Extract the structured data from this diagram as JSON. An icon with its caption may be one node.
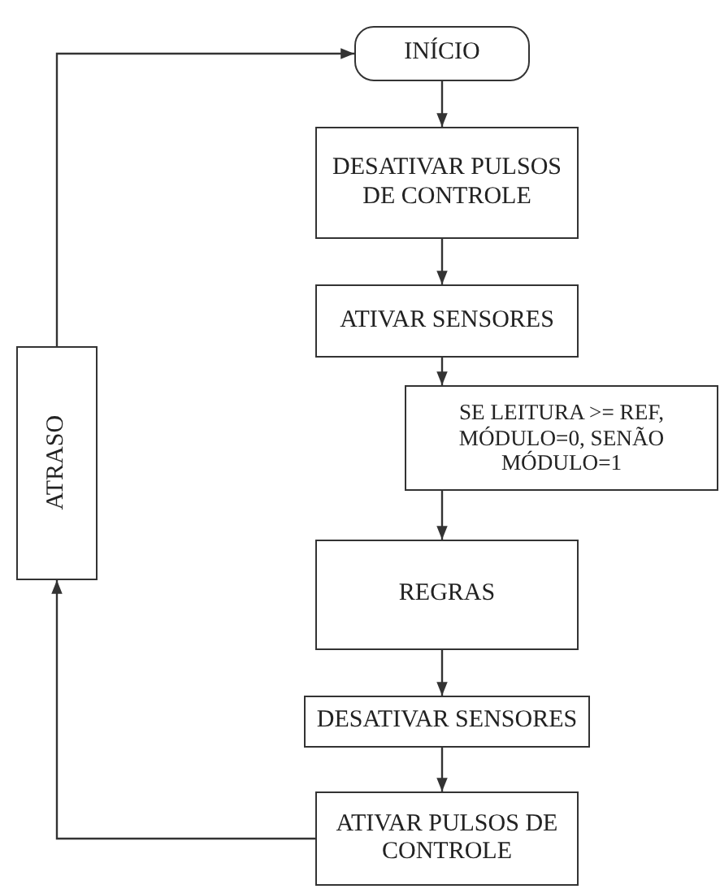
{
  "diagram": {
    "nodes": [
      {
        "text": [
          "INÍCIO"
        ]
      },
      {
        "text": [
          "DESATIVAR PULSOS DE CONTROLE"
        ]
      },
      {
        "text": [
          "ATIVAR SENSORES"
        ]
      },
      {
        "text": [
          "SE LEITURA >= REF, MÓDULO=0, SENÃO MÓDULO=1"
        ]
      },
      {
        "text": [
          "REGRAS"
        ]
      },
      {
        "text": [
          "DESATIVAR SENSORES"
        ]
      },
      {
        "text": [
          "ATIVAR PULSOS DE CONTROLE"
        ]
      },
      {
        "text": [
          "ATRASO"
        ]
      }
    ],
    "edges": [
      {
        "from": 0,
        "to": 1,
        "arrow": "to"
      },
      {
        "from": 1,
        "to": 2,
        "arrow": "to"
      },
      {
        "from": 2,
        "to": 3,
        "arrow": "to"
      },
      {
        "from": 3,
        "to": 4,
        "arrow": "to"
      },
      {
        "from": 4,
        "to": 5,
        "arrow": "to"
      },
      {
        "from": 5,
        "to": 6,
        "arrow": "to"
      },
      {
        "from": 6,
        "to": 7,
        "arrow": "to"
      },
      {
        "from": 7,
        "to": 0,
        "arrow": "to"
      }
    ]
  }
}
